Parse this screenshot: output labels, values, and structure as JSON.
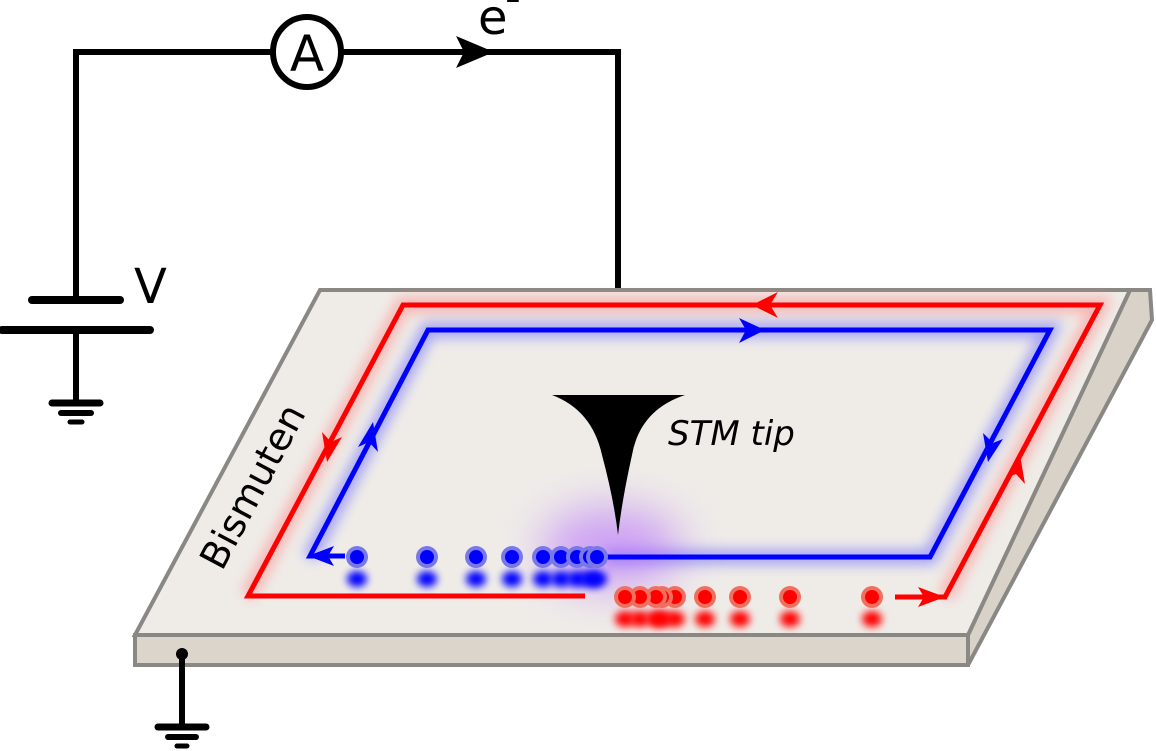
{
  "figure": {
    "labels": {
      "ammeter": "A",
      "electron": "e",
      "electron_charge": "-",
      "voltage": "V",
      "tip": "STM tip",
      "material": "Bismuten"
    },
    "colors": {
      "wire": "#000000",
      "slab_top": "#efece8",
      "slab_side": "#dcd5cc",
      "slab_edge": "#8a8884",
      "edge_spin_up": "#ff0000",
      "edge_spin_down": "#0000ff",
      "glow_red": "#ff9a9a",
      "glow_blue": "#8080ff",
      "tip_glow": "#c070ff"
    },
    "edge_states": {
      "outer": {
        "color": "red",
        "direction": "counter-clockwise"
      },
      "inner": {
        "color": "blue",
        "direction": "clockwise"
      }
    },
    "electrons": {
      "blue_count": 9,
      "red_count": 9
    }
  }
}
